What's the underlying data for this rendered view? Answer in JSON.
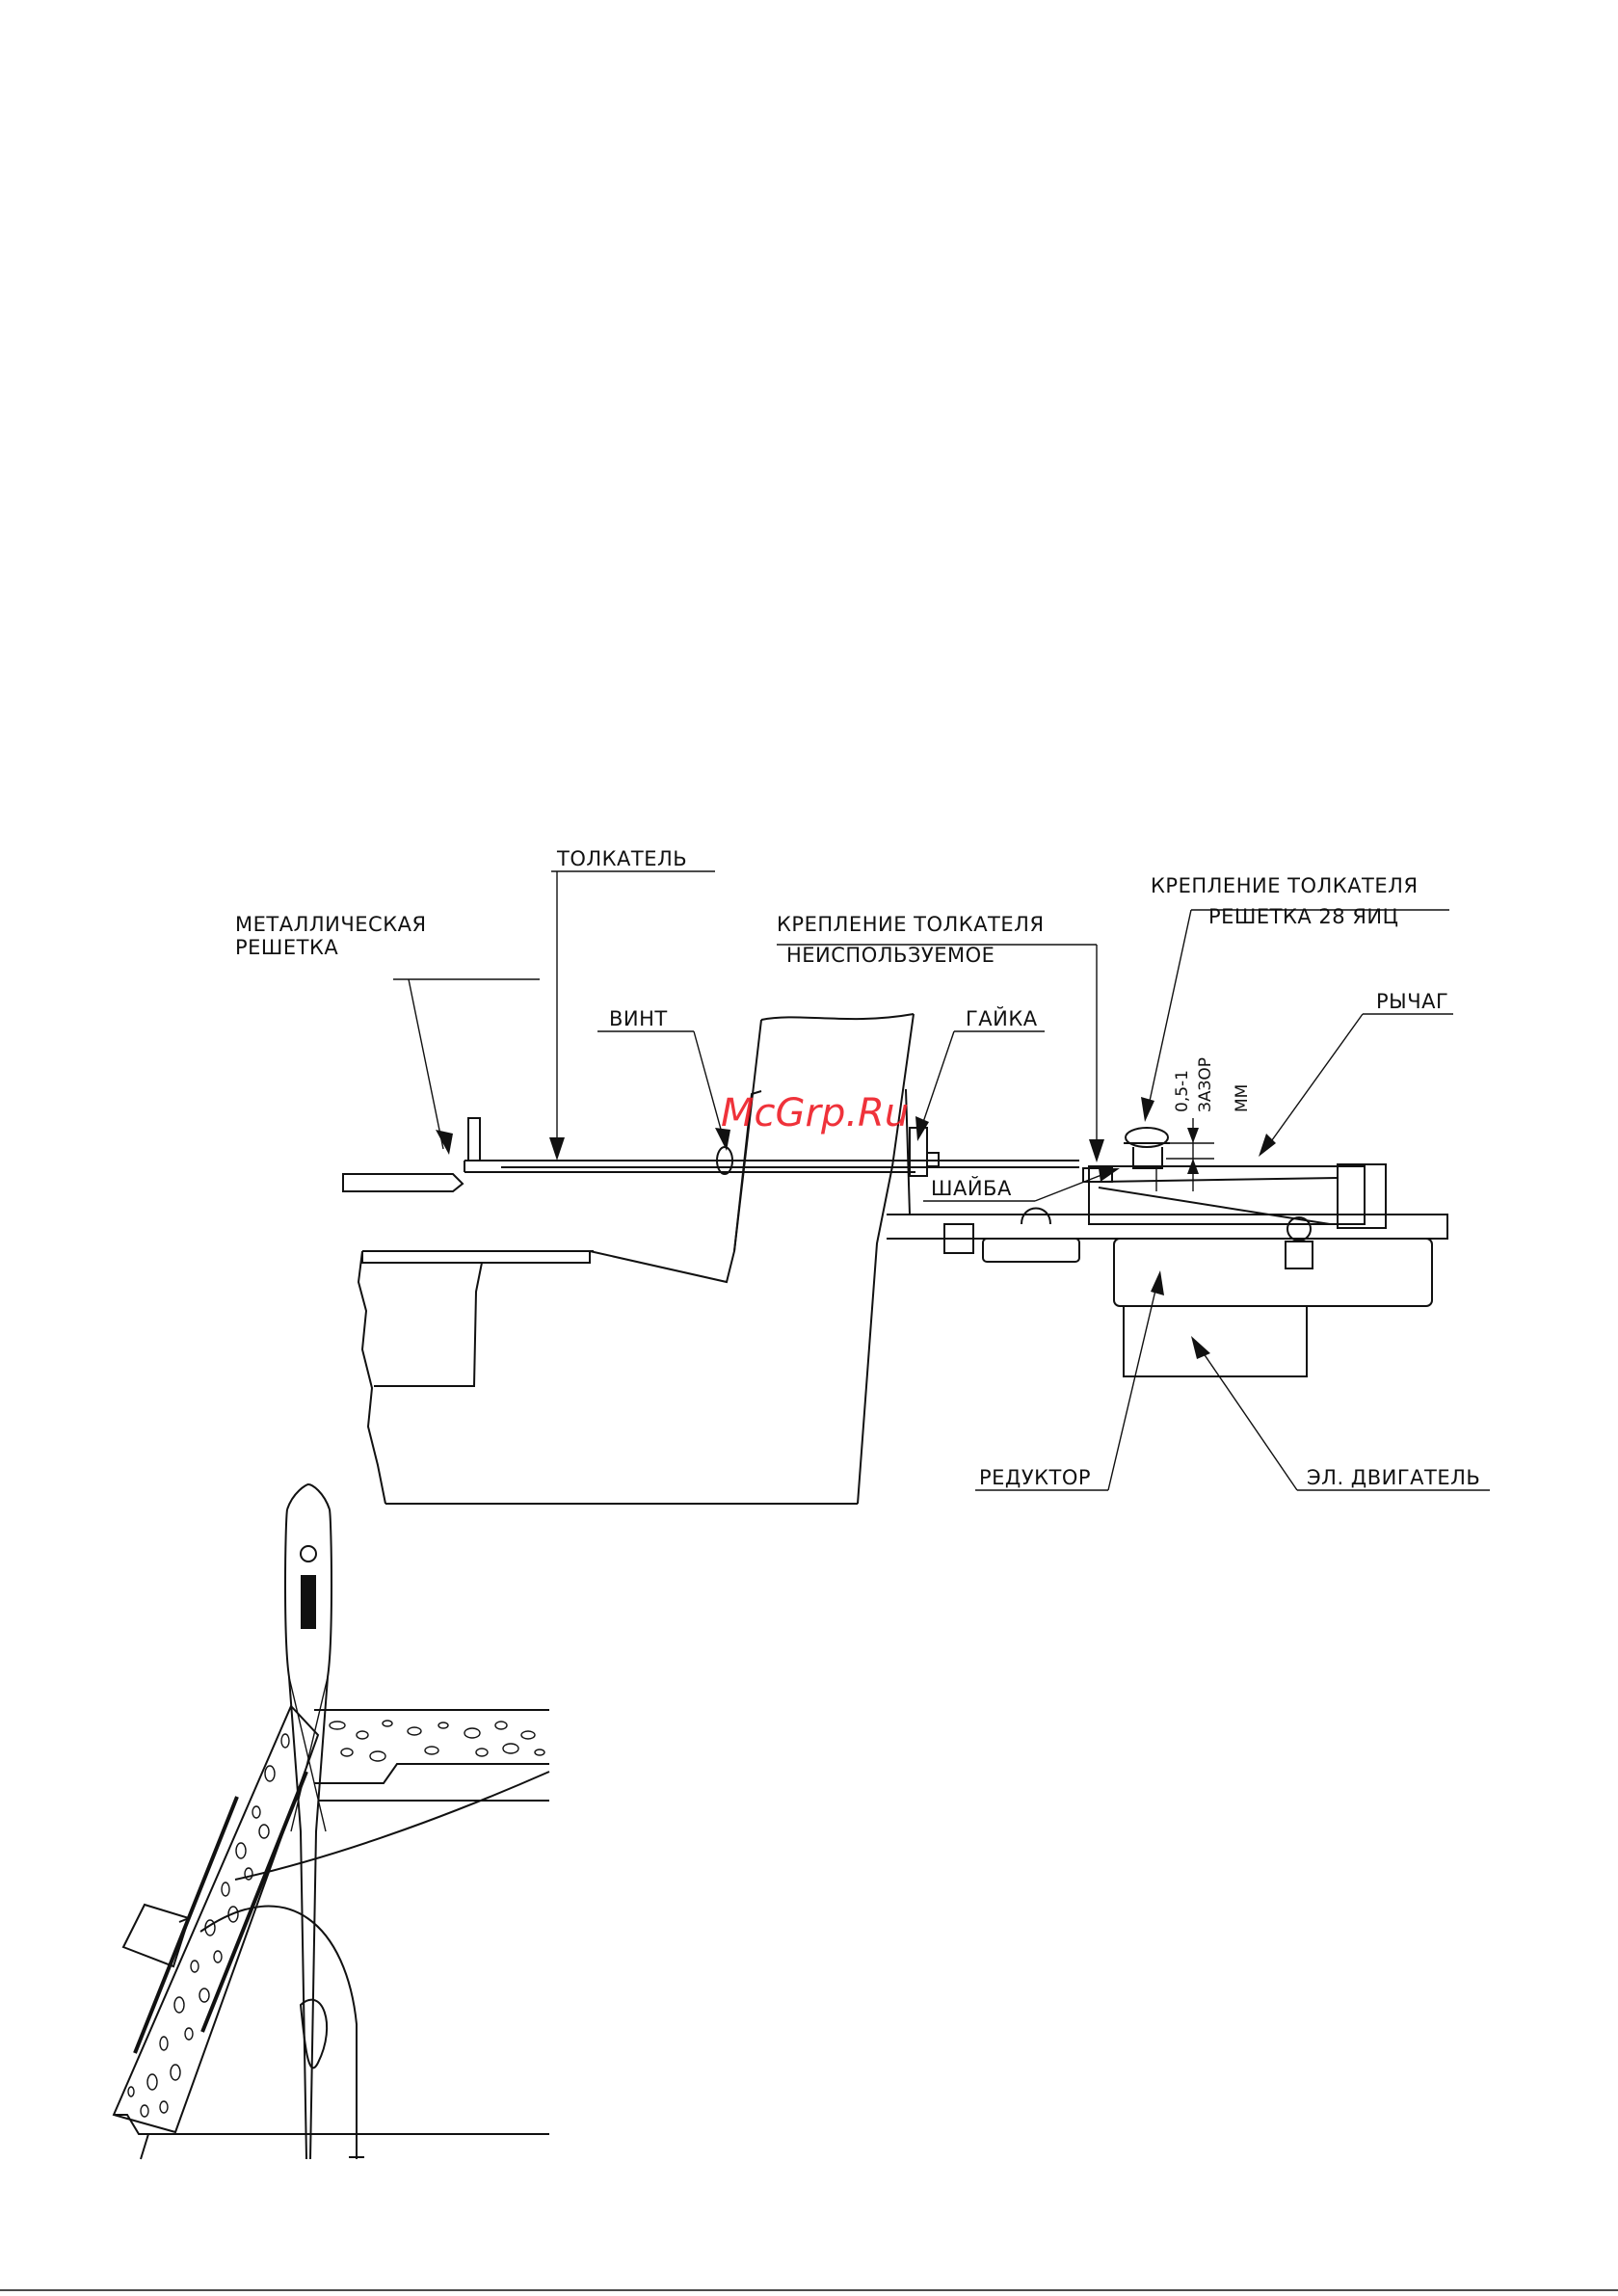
{
  "labels": {
    "pusher": "ТОЛКАТЕЛЬ",
    "metal_grid_line1": "МЕТАЛЛИЧЕСКАЯ",
    "metal_grid_line2": "РЕШЕТКА",
    "pusher_mount_unused_line1": "КРЕПЛЕНИЕ ТОЛКАТЕЛЯ",
    "pusher_mount_unused_line2": "НЕИСПОЛЬЗУЕМОЕ",
    "pusher_mount_28_line1": "КРЕПЛЕНИЕ ТОЛКАТЕЛЯ",
    "pusher_mount_28_line2": "РЕШЕТКА 28 ЯИЦ",
    "screw": "ВИНТ",
    "nut": "ГАЙКА",
    "lever": "РЫЧАГ",
    "washer": "ШАЙБА",
    "gap_value": "0,5-1",
    "gap_word": "ЗАЗОР",
    "gap_unit": "ММ",
    "reducer": "РЕДУКТОР",
    "motor": "ЭЛ. ДВИГАТЕЛЬ"
  },
  "watermark": "McGrp.Ru",
  "colors": {
    "line": "#111111",
    "watermark": "#ee1c25",
    "background": "#ffffff"
  }
}
